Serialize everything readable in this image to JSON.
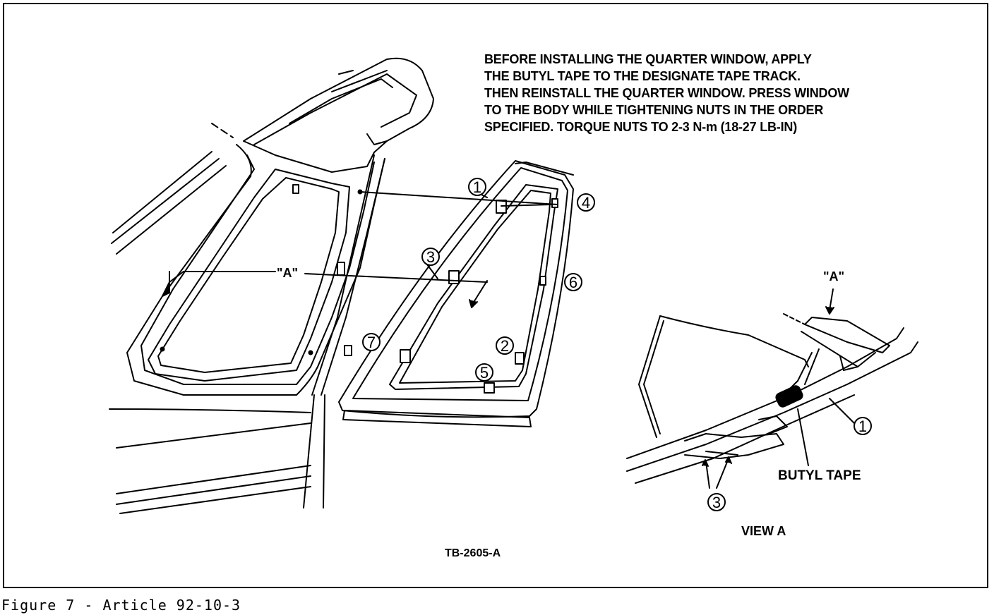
{
  "instructions": [
    "BEFORE INSTALLING THE QUARTER WINDOW, APPLY",
    "THE BUTYL TAPE TO THE DESIGNATE TAPE TRACK.",
    "THEN REINSTALL THE QUARTER WINDOW. PRESS WINDOW",
    "TO THE BODY WHILE TIGHTENING NUTS IN THE ORDER",
    "SPECIFIED. TORQUE NUTS TO 2-3 N-m (18-27 LB-IN)"
  ],
  "callouts": {
    "n1": "1",
    "n2": "2",
    "n3": "3",
    "n4": "4",
    "n5": "5",
    "n6": "6",
    "n7": "7",
    "view_n1": "1",
    "view_n3": "3"
  },
  "labels": {
    "a_main": "\"A\"",
    "a_view": "\"A\"",
    "butyl_tape": "BUTYL TAPE",
    "view_a": "VIEW A",
    "drawing_number": "TB-2605-A"
  },
  "caption": "Figure 7 - Article 92-10-3"
}
